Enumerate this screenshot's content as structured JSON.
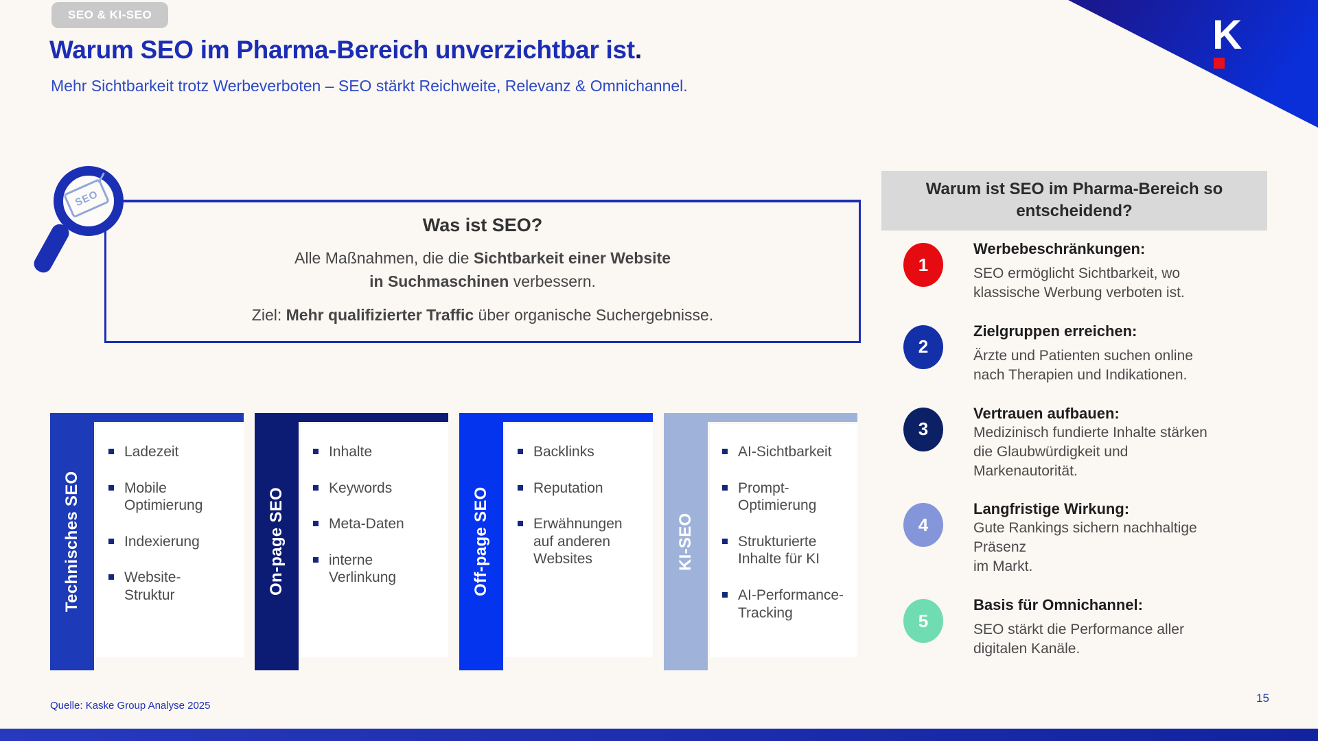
{
  "badge": {
    "label": "SEO & KI-SEO"
  },
  "header": {
    "title": "Warum SEO im Pharma-Bereich unverzichtbar ist",
    "title_period": ".",
    "subtitle": "Mehr Sichtbarkeit trotz Werbeverboten – SEO stärkt Reichweite, Relevanz & Omnichannel."
  },
  "logo": {
    "letter": "K"
  },
  "seo_box": {
    "tag_label": "SEO",
    "title": "Was ist SEO?",
    "line1": [
      {
        "t": "Alle Maßnahmen, die die ",
        "b": false
      },
      {
        "t": "Sichtbarkeit einer Website",
        "b": true
      }
    ],
    "line2": [
      {
        "t": "in Suchmaschinen",
        "b": true
      },
      {
        "t": " verbessern.",
        "b": false
      }
    ],
    "line3": [
      {
        "t": "Ziel: ",
        "b": false
      },
      {
        "t": "Mehr qualifizierter Traffic",
        "b": true
      },
      {
        "t": " über organische Suchergebnisse.",
        "b": false
      }
    ]
  },
  "columns": [
    {
      "label": "Technisches SEO",
      "color": "#1d3ab8",
      "items": [
        "Ladezeit",
        "Mobile\nOptimierung",
        "Indexierung",
        "Website-\nStruktur"
      ]
    },
    {
      "label": "On-page SEO",
      "color": "#0c1c74",
      "items": [
        "Inhalte",
        "Keywords",
        "Meta-Daten",
        "interne\nVerlinkung"
      ]
    },
    {
      "label": "Off-page SEO",
      "color": "#0534ee",
      "items": [
        "Backlinks",
        "Reputation",
        "Erwähnungen\nauf anderen\nWebsites"
      ]
    },
    {
      "label": "KI-SEO",
      "color": "#9fb3da",
      "items": [
        "AI-Sichtbarkeit",
        "Prompt-\nOptimierung",
        "Strukturierte\nInhalte für KI",
        "AI-Performance-\nTracking"
      ]
    }
  ],
  "reasons": {
    "heading": "Warum ist SEO im Pharma-Bereich so entscheidend?",
    "items": [
      {
        "num": "1",
        "color": "#e60b10",
        "tight": false,
        "title": "Werbebeschränkungen:",
        "body": "SEO ermöglicht Sichtbarkeit, wo\nklassische Werbung verboten ist."
      },
      {
        "num": "2",
        "color": "#1330a8",
        "tight": false,
        "title": "Zielgruppen erreichen:",
        "body": "Ärzte und Patienten suchen online\nnach Therapien und Indikationen."
      },
      {
        "num": "3",
        "color": "#0c2066",
        "tight": true,
        "title": "Vertrauen aufbauen:",
        "body": "Medizinisch fundierte Inhalte stärken\ndie Glaubwürdigkeit und\nMarkenautorität."
      },
      {
        "num": "4",
        "color": "#8496d9",
        "tight": true,
        "title": "Langfristige Wirkung:",
        "body": "Gute Rankings sichern nachhaltige\nPräsenz\nim Markt."
      },
      {
        "num": "5",
        "color": "#70dcb2",
        "tight": false,
        "title": "Basis für Omnichannel:",
        "body": "SEO stärkt die Performance aller\ndigitalen Kanäle."
      }
    ]
  },
  "footer": {
    "source": "Quelle: Kaske Group Analyse 2025",
    "page": "15"
  }
}
